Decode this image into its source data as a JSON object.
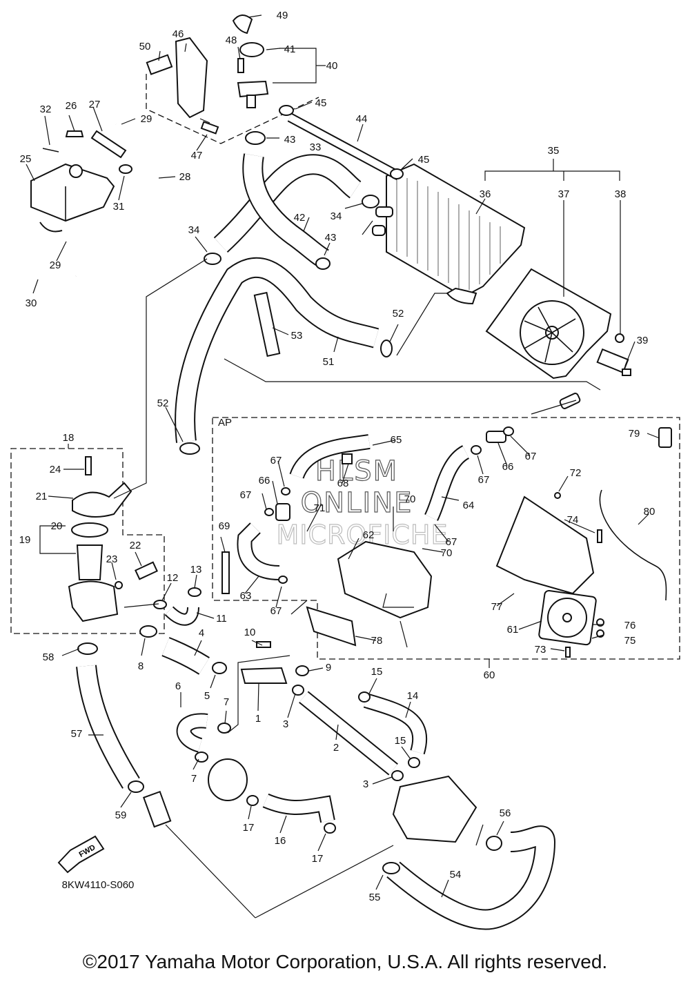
{
  "diagram_code": "8KW4110-S060",
  "fwd_label": "FWD",
  "ap_label": "AP",
  "watermark": [
    "HLSM",
    "ONLINE",
    "MICROFICHE"
  ],
  "copyright": "©2017 Yamaha Motor Corporation, U.S.A. All rights reserved.",
  "callouts": [
    "1",
    "2",
    "3",
    "3",
    "4",
    "5",
    "6",
    "7",
    "7",
    "8",
    "9",
    "10",
    "11",
    "12",
    "13",
    "14",
    "15",
    "15",
    "16",
    "17",
    "17",
    "18",
    "19",
    "20",
    "21",
    "22",
    "23",
    "24",
    "25",
    "26",
    "27",
    "28",
    "29",
    "29",
    "30",
    "31",
    "32",
    "33",
    "34",
    "34",
    "35",
    "36",
    "37",
    "38",
    "39",
    "40",
    "41",
    "42",
    "43",
    "43",
    "44",
    "45",
    "45",
    "46",
    "47",
    "48",
    "49",
    "50",
    "51",
    "52",
    "52",
    "53",
    "54",
    "55",
    "56",
    "57",
    "58",
    "59",
    "60",
    "61",
    "62",
    "63",
    "64",
    "65",
    "66",
    "66",
    "67",
    "67",
    "67",
    "67",
    "67",
    "67",
    "68",
    "69",
    "70",
    "70",
    "71",
    "72",
    "73",
    "74",
    "75",
    "76",
    "77",
    "78",
    "79",
    "80"
  ]
}
